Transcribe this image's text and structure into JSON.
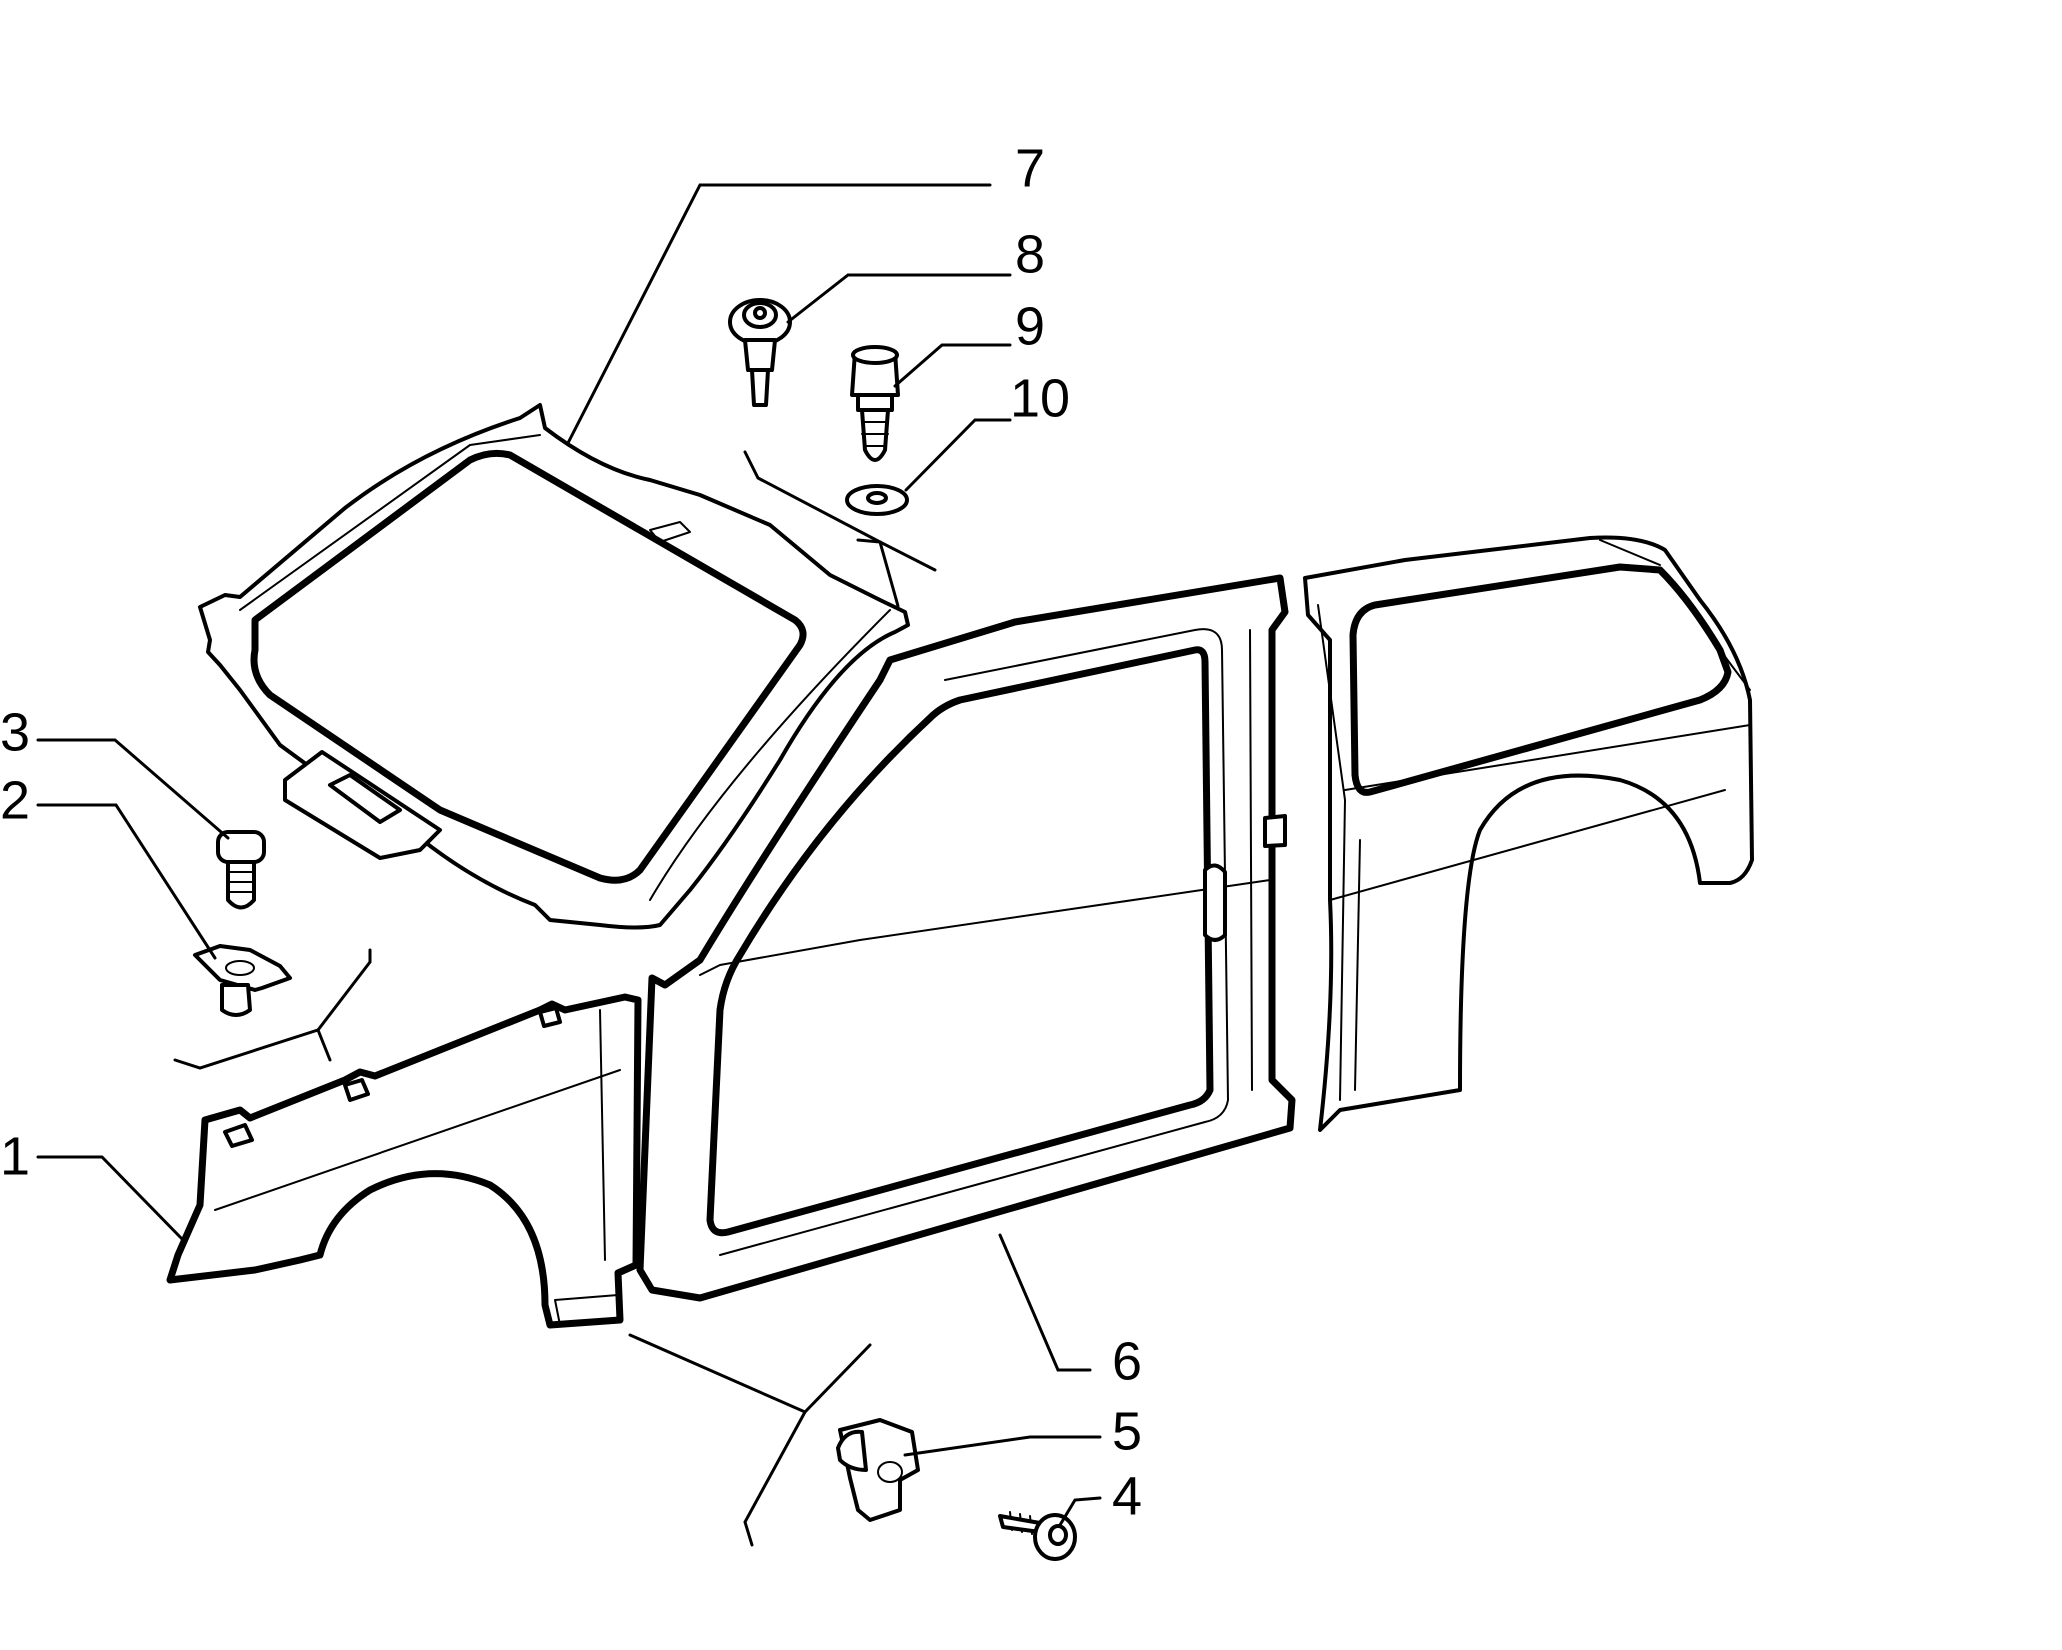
{
  "callouts": [
    {
      "part": "front-fender",
      "label": "1"
    },
    {
      "part": "fender-clip-nut",
      "label": "2"
    },
    {
      "part": "fender-bolt",
      "label": "3"
    },
    {
      "part": "sill-screw",
      "label": "4"
    },
    {
      "part": "sill-clip",
      "label": "5"
    },
    {
      "part": "body-side-door-frame",
      "label": "6"
    },
    {
      "part": "windscreen-frame",
      "label": "7"
    },
    {
      "part": "flanged-bolt",
      "label": "8"
    },
    {
      "part": "hex-bolt",
      "label": "9"
    },
    {
      "part": "washer",
      "label": "10"
    }
  ],
  "colors": {
    "line": "#000000",
    "background": "#ffffff"
  }
}
